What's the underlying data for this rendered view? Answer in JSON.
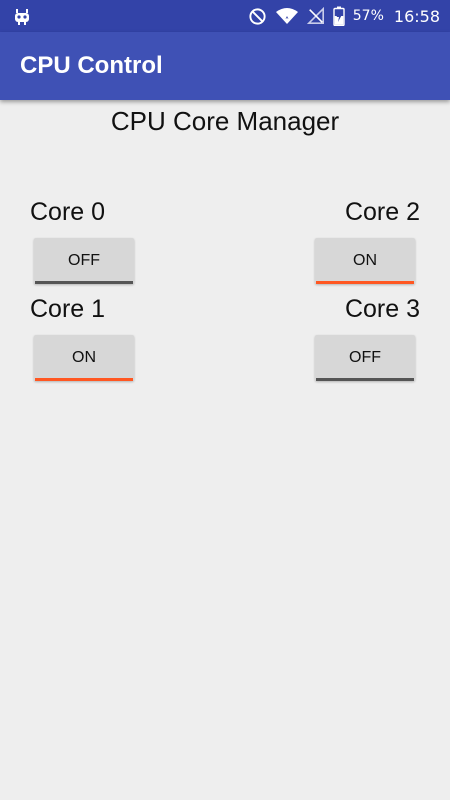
{
  "status_bar": {
    "battery_percent": "57%",
    "time": "16:58",
    "icons": [
      "android-icon",
      "do-not-disturb-icon",
      "wifi-icon",
      "no-signal-icon",
      "battery-charging-icon"
    ]
  },
  "app_bar": {
    "title": "CPU Control"
  },
  "screen": {
    "title": "CPU Core Manager"
  },
  "cores": [
    {
      "label": "Core 0",
      "state": "OFF"
    },
    {
      "label": "Core 1",
      "state": "ON"
    },
    {
      "label": "Core 2",
      "state": "ON"
    },
    {
      "label": "Core 3",
      "state": "OFF"
    }
  ],
  "colors": {
    "status_bar": "#3343a8",
    "app_bar": "#3f51b5",
    "on_indicator": "#ff5722",
    "off_indicator": "#555555",
    "background": "#eeeeee"
  }
}
